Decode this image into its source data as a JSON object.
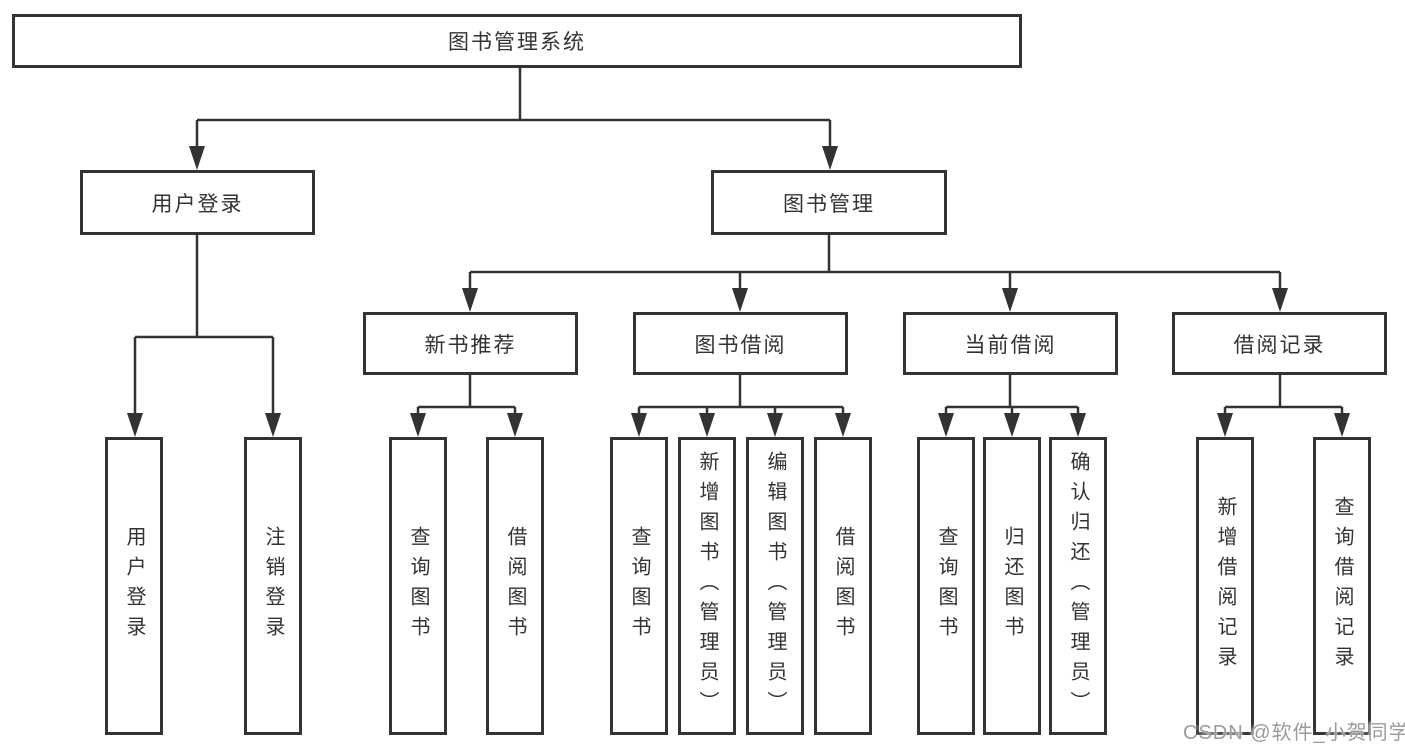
{
  "title": "图书管理系统",
  "branches": [
    {
      "label": "用户登录"
    },
    {
      "label": "图书管理"
    }
  ],
  "modules": [
    {
      "label": "新书推荐"
    },
    {
      "label": "图书借阅"
    },
    {
      "label": "当前借阅"
    },
    {
      "label": "借阅记录"
    }
  ],
  "leaves": {
    "login": [
      "用户登录",
      "注销登录"
    ],
    "newbook": [
      "查询图书",
      "借阅图书"
    ],
    "borrow": [
      "查询图书",
      "新增图书（管理员）",
      "编辑图书（管理员）",
      "借阅图书"
    ],
    "current": [
      "查询图书",
      "归还图书",
      "确认归还（管理员）"
    ],
    "record": [
      "新增借阅记录",
      "查询借阅记录"
    ]
  },
  "watermark": "CSDN @软件_小贺同学",
  "colors": {
    "line": "#333333",
    "box_border": "#333333",
    "text": "#333333",
    "watermark": "#9b9b9b",
    "background": "#ffffff"
  }
}
